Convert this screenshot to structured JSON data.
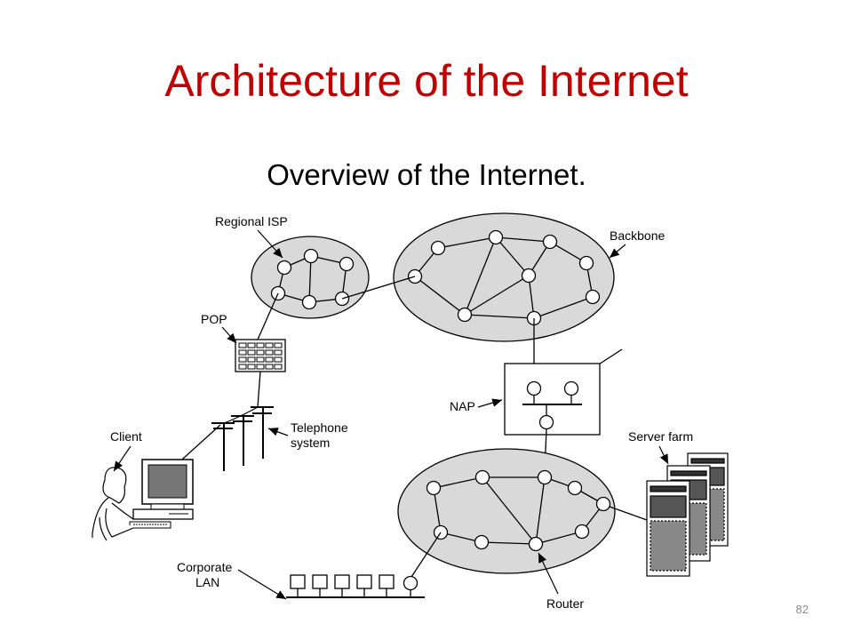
{
  "slide": {
    "title": "Architecture of the Internet",
    "subtitle": "Overview of the Internet.",
    "page_number": "82"
  },
  "diagram": {
    "labels": {
      "regional_isp": "Regional ISP",
      "backbone": "Backbone",
      "pop": "POP",
      "nap": "NAP",
      "client": "Client",
      "telephone_line1": "Telephone",
      "telephone_line2": "system",
      "server_farm": "Server farm",
      "corporate_line1": "Corporate",
      "corporate_line2": "LAN",
      "router": "Router"
    },
    "colors": {
      "title": "#c00000",
      "cloud_fill": "#d9d9d9",
      "stroke": "#000000"
    }
  }
}
